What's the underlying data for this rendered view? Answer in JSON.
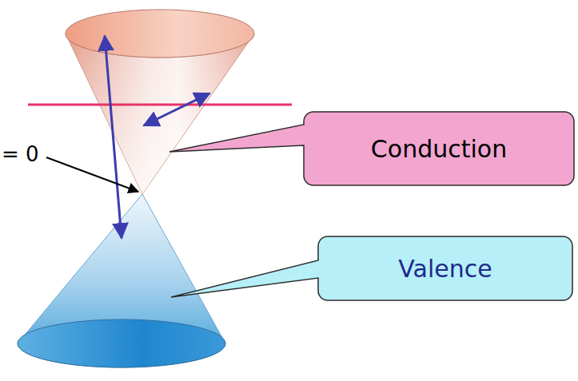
{
  "diagram": {
    "nodes": [
      {
        "text": [
          "Conduction"
        ]
      },
      {
        "text": [
          "Valence"
        ]
      }
    ],
    "labels": [
      "= 0"
    ]
  }
}
